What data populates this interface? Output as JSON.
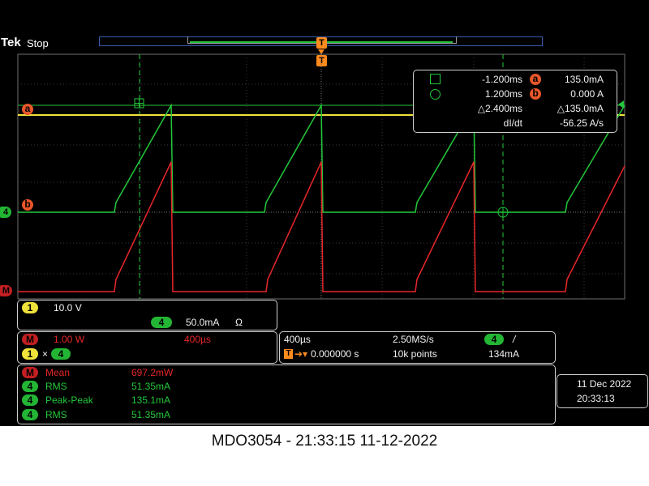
{
  "header": {
    "brand": "Tek",
    "status": "Stop",
    "trigger_marker": "T"
  },
  "waveform_markers": {
    "cursor_a": "a",
    "cursor_b": "b",
    "ch4_marker": "4",
    "math_marker": "M"
  },
  "cursor_readout": {
    "a_time": "-1.200ms",
    "a_label": "a",
    "a_value": "135.0mA",
    "b_time": "1.200ms",
    "b_label": "b",
    "b_value": "0.000 A",
    "delta_time": "△2.400ms",
    "delta_value": "△135.0mA",
    "didt_label": "dI/dt",
    "didt_value": "-56.25 A/s"
  },
  "channels": {
    "ch1_badge": "1",
    "ch1_scale": "10.0 V",
    "ch4_badge": "4",
    "ch4_scale": "50.0mA",
    "ch4_term": "Ω"
  },
  "math": {
    "badge": "M",
    "scale": "1.00 W",
    "time": "400µs",
    "src1": "1",
    "op": "×",
    "src2": "4"
  },
  "horizontal": {
    "timebase": "400µs",
    "sample_rate": "2.50MS/s",
    "trigger_pos": "0.000000 s",
    "record": "10k points",
    "trig_ch": "4",
    "trig_slope": "/",
    "trig_level": "134mA"
  },
  "measurements": [
    {
      "badge": "M",
      "name": "Mean",
      "value": "697.2mW",
      "color": "red"
    },
    {
      "badge": "4",
      "name": "RMS",
      "value": "51.35mA",
      "color": "green"
    },
    {
      "badge": "4",
      "name": "Peak-Peak",
      "value": "135.1mA",
      "color": "green"
    },
    {
      "badge": "4",
      "name": "RMS",
      "value": "51.35mA",
      "color": "green"
    }
  ],
  "datetime": {
    "date": "11 Dec  2022",
    "time": "20:33:13"
  },
  "caption": "MDO3054 - 21:33:15    11-12-2022",
  "colors": {
    "ch1": "#f0e23a",
    "ch4": "#23c83a",
    "math": "#e8262a",
    "cursor": "#e8562a"
  }
}
